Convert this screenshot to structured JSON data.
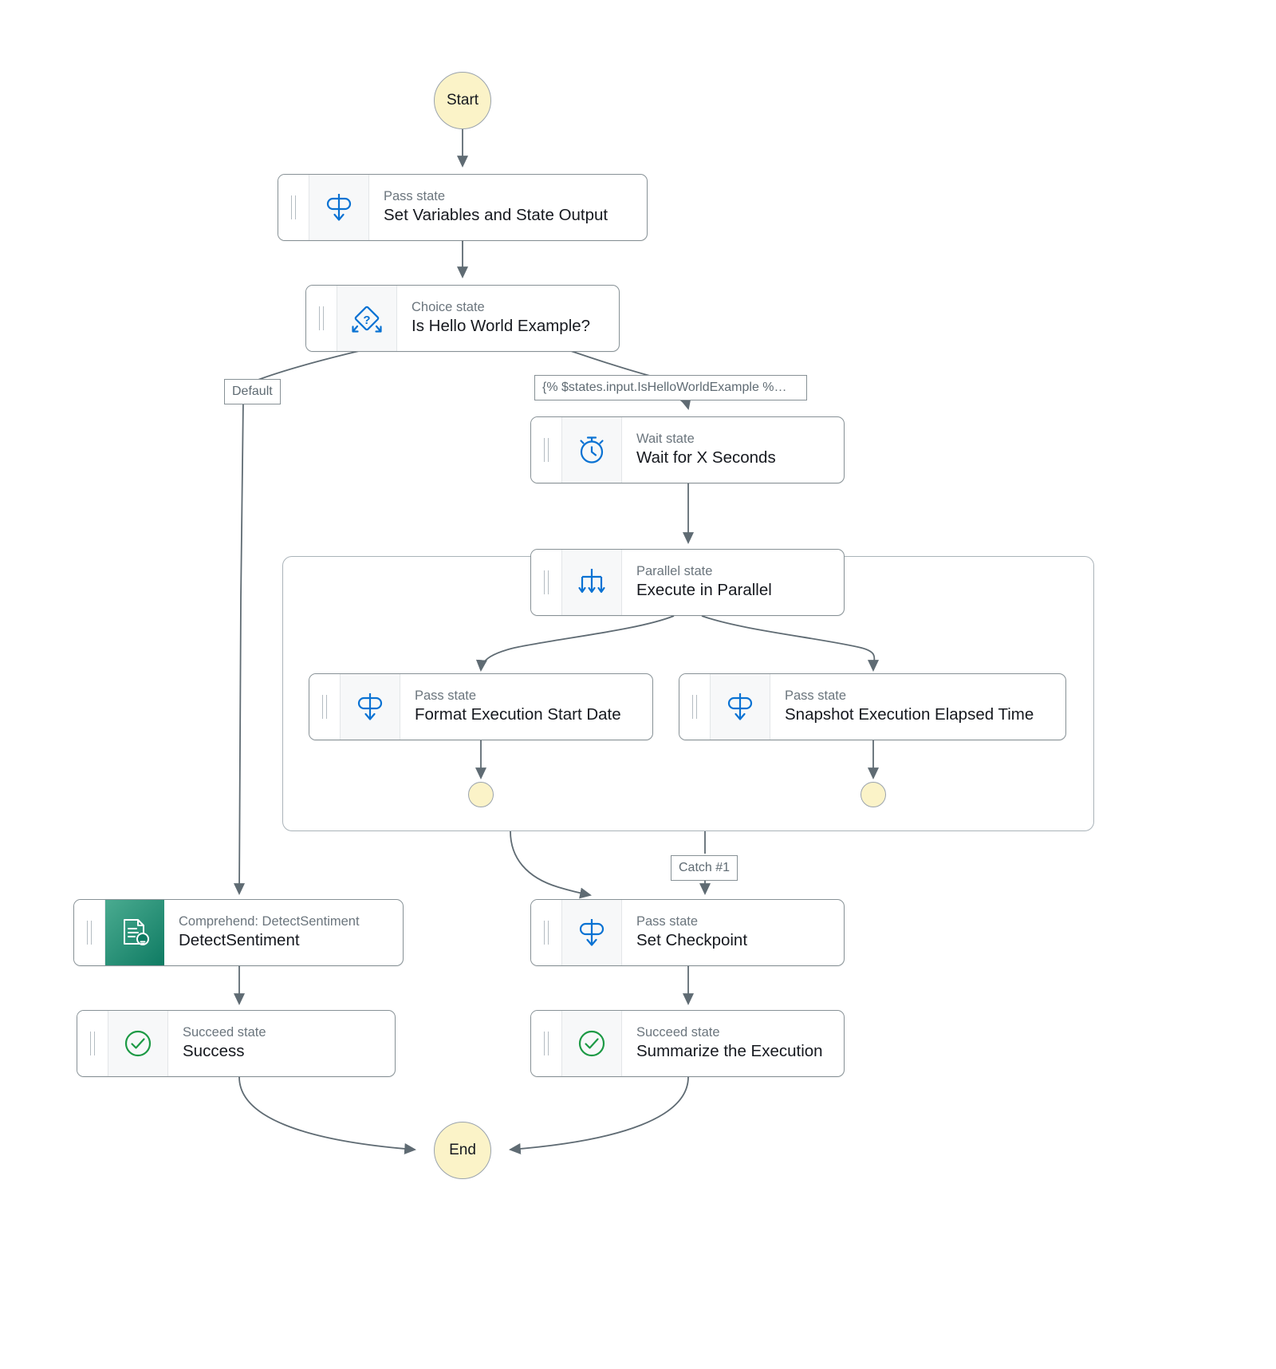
{
  "diagram": {
    "title": "AWS Step Functions Workflow Graph",
    "colors": {
      "terminal_fill": "#FBF3C8",
      "terminal_stroke": "#9AA3AD",
      "node_border": "#879196",
      "icon_blue": "#0972D3",
      "icon_green_dark": "#0F7B63",
      "icon_green_light": "#4AAB90",
      "succeed_green": "#1D9A45",
      "edge_stroke": "#414D5C",
      "kind_text": "#6B757D",
      "title_text": "#16191F"
    },
    "terminals": {
      "start": "Start",
      "end": "End"
    },
    "nodes": [
      {
        "id": "set-variables",
        "kind": "Pass state",
        "title": "Set Variables and State Output",
        "icon": "pass-state-icon"
      },
      {
        "id": "is-hello-world",
        "kind": "Choice state",
        "title": "Is Hello World Example?",
        "icon": "choice-state-icon"
      },
      {
        "id": "wait-x-seconds",
        "kind": "Wait state",
        "title": "Wait for X Seconds",
        "icon": "wait-state-icon"
      },
      {
        "id": "execute-in-parallel",
        "kind": "Parallel state",
        "title": "Execute in Parallel",
        "icon": "parallel-state-icon"
      },
      {
        "id": "format-execution-start-date",
        "kind": "Pass state",
        "title": "Format Execution Start Date",
        "icon": "pass-state-icon"
      },
      {
        "id": "snapshot-execution-elapsed-time",
        "kind": "Pass state",
        "title": "Snapshot Execution Elapsed Time",
        "icon": "pass-state-icon"
      },
      {
        "id": "detect-sentiment",
        "kind": "Comprehend: DetectSentiment",
        "title": "DetectSentiment",
        "icon": "comprehend-detect-sentiment-icon"
      },
      {
        "id": "set-checkpoint",
        "kind": "Pass state",
        "title": "Set Checkpoint",
        "icon": "pass-state-icon"
      },
      {
        "id": "success",
        "kind": "Succeed state",
        "title": "Success",
        "icon": "succeed-state-icon"
      },
      {
        "id": "summarize-the-execution",
        "kind": "Succeed state",
        "title": "Summarize the Execution",
        "icon": "succeed-state-icon"
      }
    ],
    "edge_labels": {
      "default": "Default",
      "condition": "{% $states.input.IsHelloWorldExample %…",
      "catch": "Catch #1"
    }
  }
}
